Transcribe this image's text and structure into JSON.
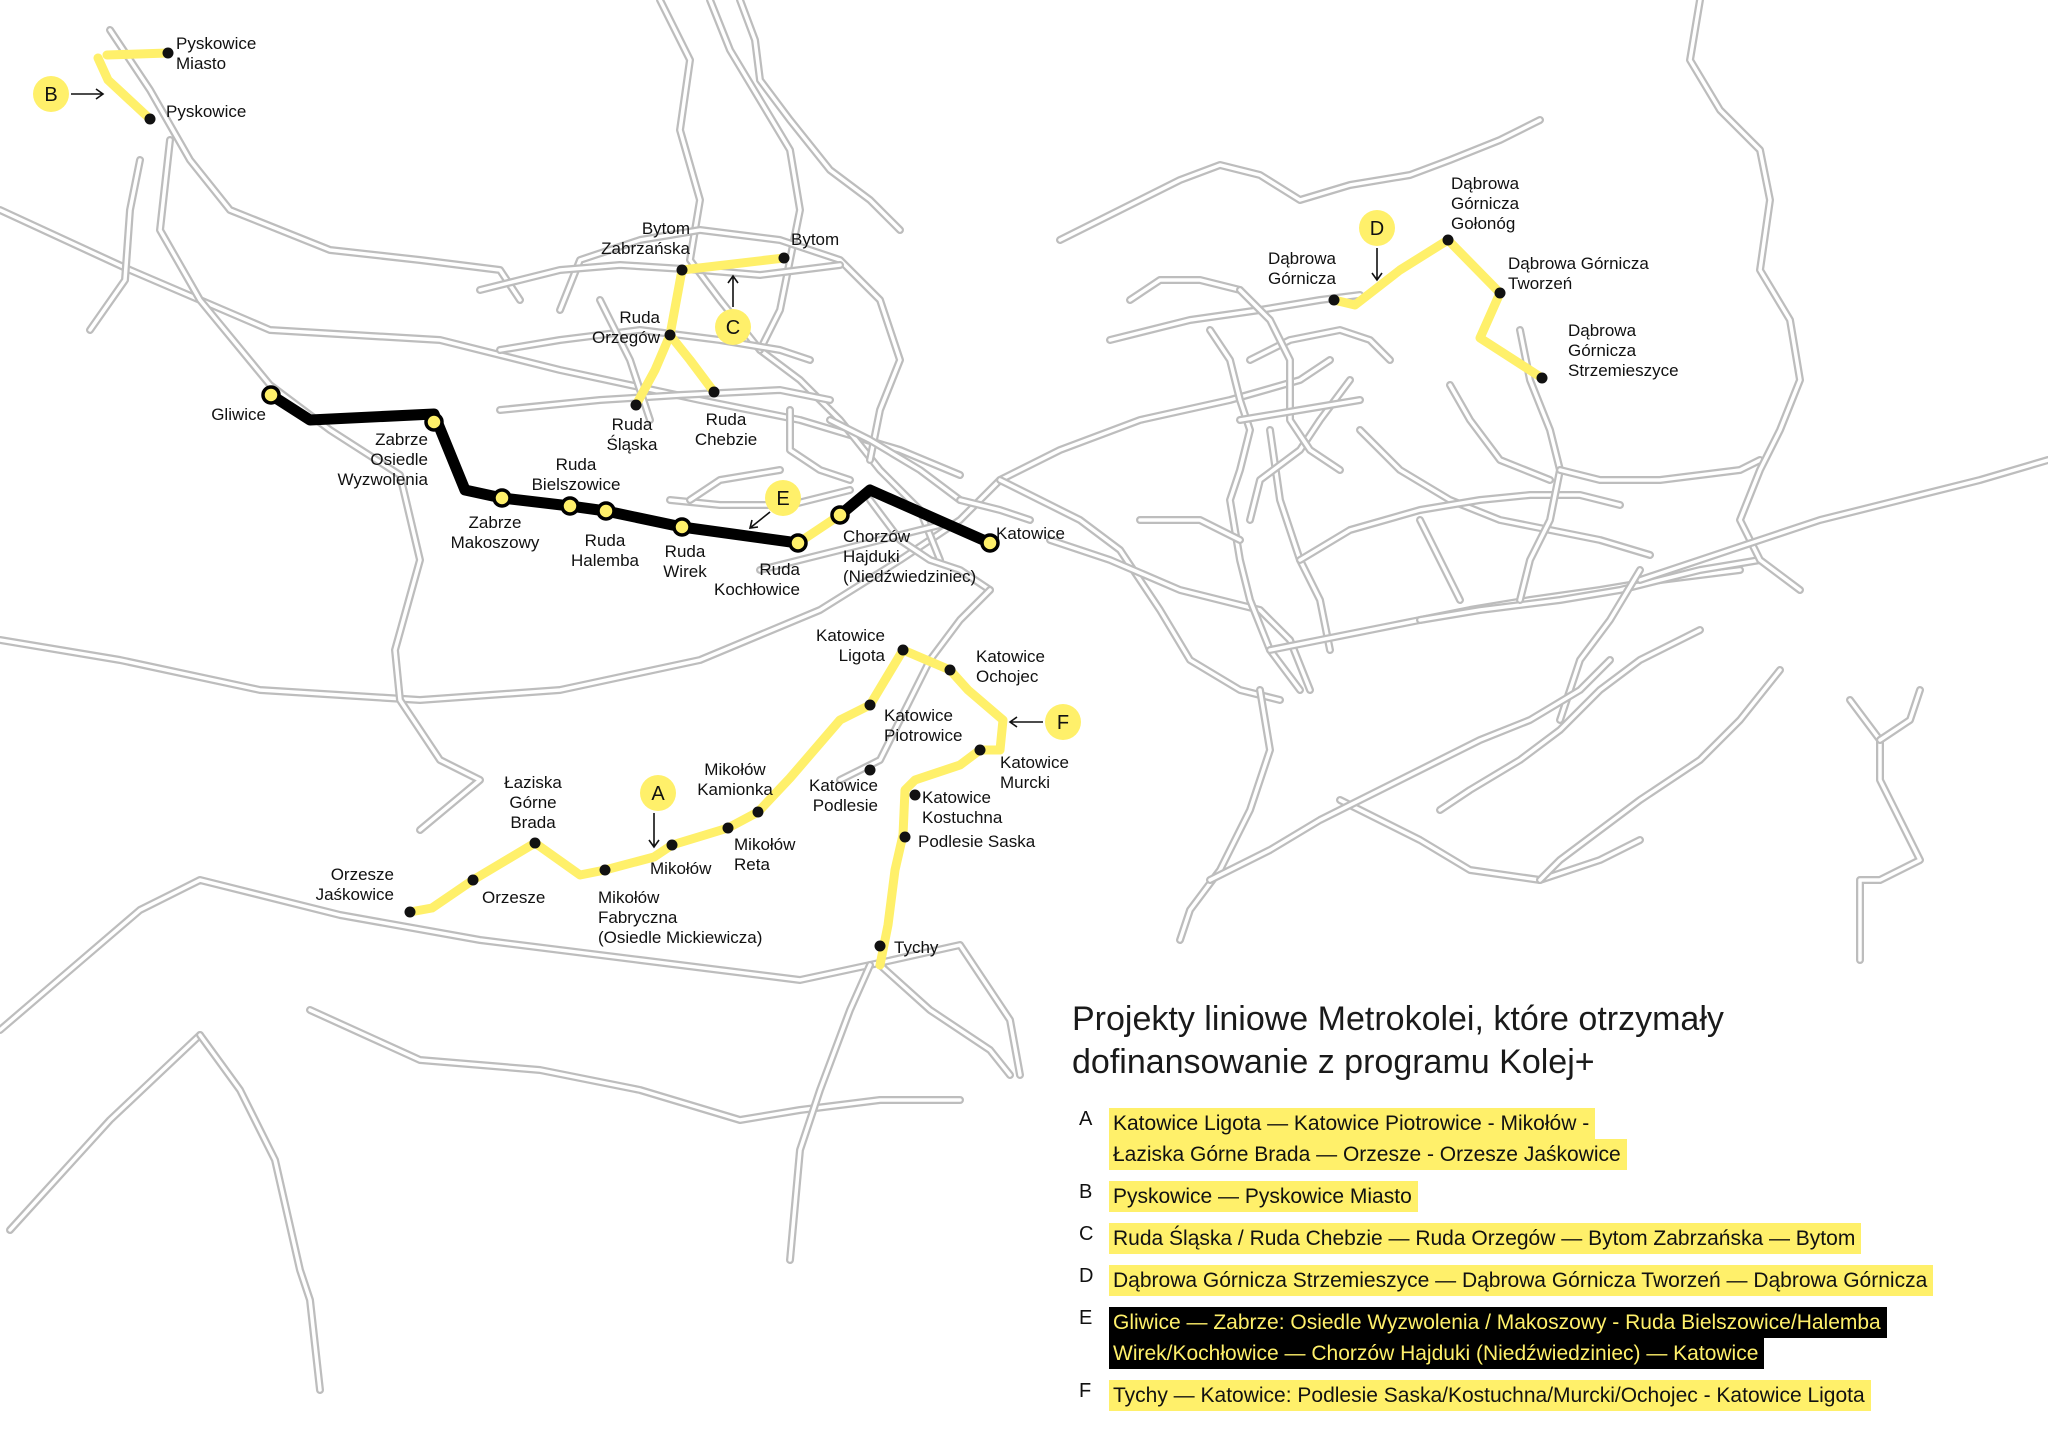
{
  "title": {
    "line1": "Projekty liniowe Metrokolei, które otrzymały",
    "line2": "dofinansowanie z programu Kolej+"
  },
  "colors": {
    "accent": "#fff06a",
    "black_line": "#000000",
    "rail": "#bdbdbd",
    "background": "#ffffff"
  },
  "badges": {
    "A": "A",
    "B": "B",
    "C": "C",
    "D": "D",
    "E": "E",
    "F": "F"
  },
  "stations": {
    "pyskowice_miasto": [
      "Pyskowice",
      "Miasto"
    ],
    "pyskowice": [
      "Pyskowice"
    ],
    "bytom_zabrzanska": [
      "Bytom",
      "Zabrzańska"
    ],
    "bytom": [
      "Bytom"
    ],
    "ruda_orzegow": [
      "Ruda",
      "Orzegów"
    ],
    "ruda_slaska": [
      "Ruda",
      "Śląska"
    ],
    "ruda_chebzie": [
      "Ruda",
      "Chebzie"
    ],
    "gliwice": [
      "Gliwice"
    ],
    "zabrze_osiedle": [
      "Zabrze",
      "Osiedle",
      "Wyzwolenia"
    ],
    "zabrze_makoszowy": [
      "Zabrze",
      "Makoszowy"
    ],
    "ruda_bielszowice": [
      "Ruda",
      "Bielszowice"
    ],
    "ruda_halemba": [
      "Ruda",
      "Halemba"
    ],
    "ruda_wirek": [
      "Ruda",
      "Wirek"
    ],
    "ruda_kochlowice": [
      "Ruda",
      "Kochłowice"
    ],
    "chorzow_hajduki": [
      "Chorzów",
      "Hajduki",
      "(Niedźwiedziniec)"
    ],
    "katowice": [
      "Katowice"
    ],
    "dabrowa_gornicza": [
      "Dąbrowa",
      "Górnicza"
    ],
    "dabrowa_golonog": [
      "Dąbrowa",
      "Górnicza",
      "Gołonóg"
    ],
    "dabrowa_tworzen": [
      "Dąbrowa Górnicza",
      "Tworzeń"
    ],
    "dabrowa_strzemieszyce": [
      "Dąbrowa",
      "Górnicza",
      "Strzemieszyce"
    ],
    "katowice_ligota": [
      "Katowice",
      "Ligota"
    ],
    "katowice_ochojec": [
      "Katowice",
      "Ochojec"
    ],
    "katowice_piotrowice": [
      "Katowice",
      "Piotrowice"
    ],
    "katowice_murcki": [
      "Katowice",
      "Murcki"
    ],
    "katowice_podlesie": [
      "Katowice",
      "Podlesie"
    ],
    "katowice_kostuchna": [
      "Katowice",
      "Kostuchna"
    ],
    "podlesie_saska": [
      "Podlesie Saska"
    ],
    "tychy": [
      "Tychy"
    ],
    "mikolow_kamionka": [
      "Mikołów",
      "Kamionka"
    ],
    "mikolow_reta": [
      "Mikołów",
      "Reta"
    ],
    "mikolow": [
      "Mikołów"
    ],
    "mikolow_fabryczna": [
      "Mikołów",
      "Fabryczna",
      "(Osiedle Mickiewicza)"
    ],
    "laziska": [
      "Łaziska",
      "Górne",
      "Brada"
    ],
    "orzesze": [
      "Orzesze"
    ],
    "orzesze_jaskowice": [
      "Orzesze",
      "Jaśkowice"
    ]
  },
  "legend": [
    {
      "letter": "A",
      "style": "yellow",
      "lines": [
        "Katowice Ligota — Katowice Piotrowice - Mikołów -",
        "Łaziska Górne Brada —  Orzesze - Orzesze Jaśkowice"
      ]
    },
    {
      "letter": "B",
      "style": "yellow",
      "lines": [
        "Pyskowice — Pyskowice Miasto"
      ]
    },
    {
      "letter": "C",
      "style": "yellow",
      "lines": [
        "Ruda Śląska / Ruda Chebzie — Ruda Orzegów — Bytom Zabrzańska — Bytom"
      ]
    },
    {
      "letter": "D",
      "style": "yellow",
      "lines": [
        "Dąbrowa Górnicza Strzemieszyce — Dąbrowa Górnicza Tworzeń —  Dąbrowa Górnicza"
      ]
    },
    {
      "letter": "E",
      "style": "black",
      "lines": [
        "Gliwice — Zabrze: Osiedle Wyzwolenia / Makoszowy - Ruda Bielszowice/Halemba",
        "Wirek/Kochłowice — Chorzów Hajduki (Niedźwiedziniec) — Katowice"
      ]
    },
    {
      "letter": "F",
      "style": "yellow",
      "lines": [
        "Tychy — Katowice: Podlesie Saska/Kostuchna/Murcki/Ochojec - Katowice Ligota"
      ]
    }
  ]
}
